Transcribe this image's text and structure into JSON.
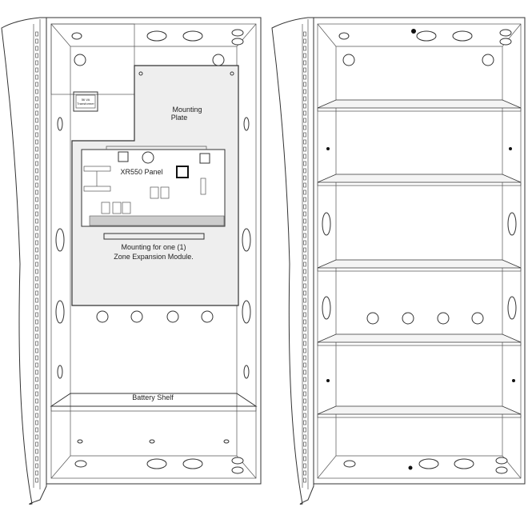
{
  "left_enclosure": {
    "mounting_plate_label": [
      "Mounting",
      "Plate"
    ],
    "panel_label": "XR550 Panel",
    "expansion_label": [
      "Mounting for one (1)",
      "Zone Expansion Module."
    ],
    "battery_shelf_label": "Battery Shelf",
    "transformer_label": [
      "56 VA",
      "Transformer"
    ],
    "plate_color": "#eeeeee"
  },
  "right_enclosure": {
    "shelves": 5
  }
}
